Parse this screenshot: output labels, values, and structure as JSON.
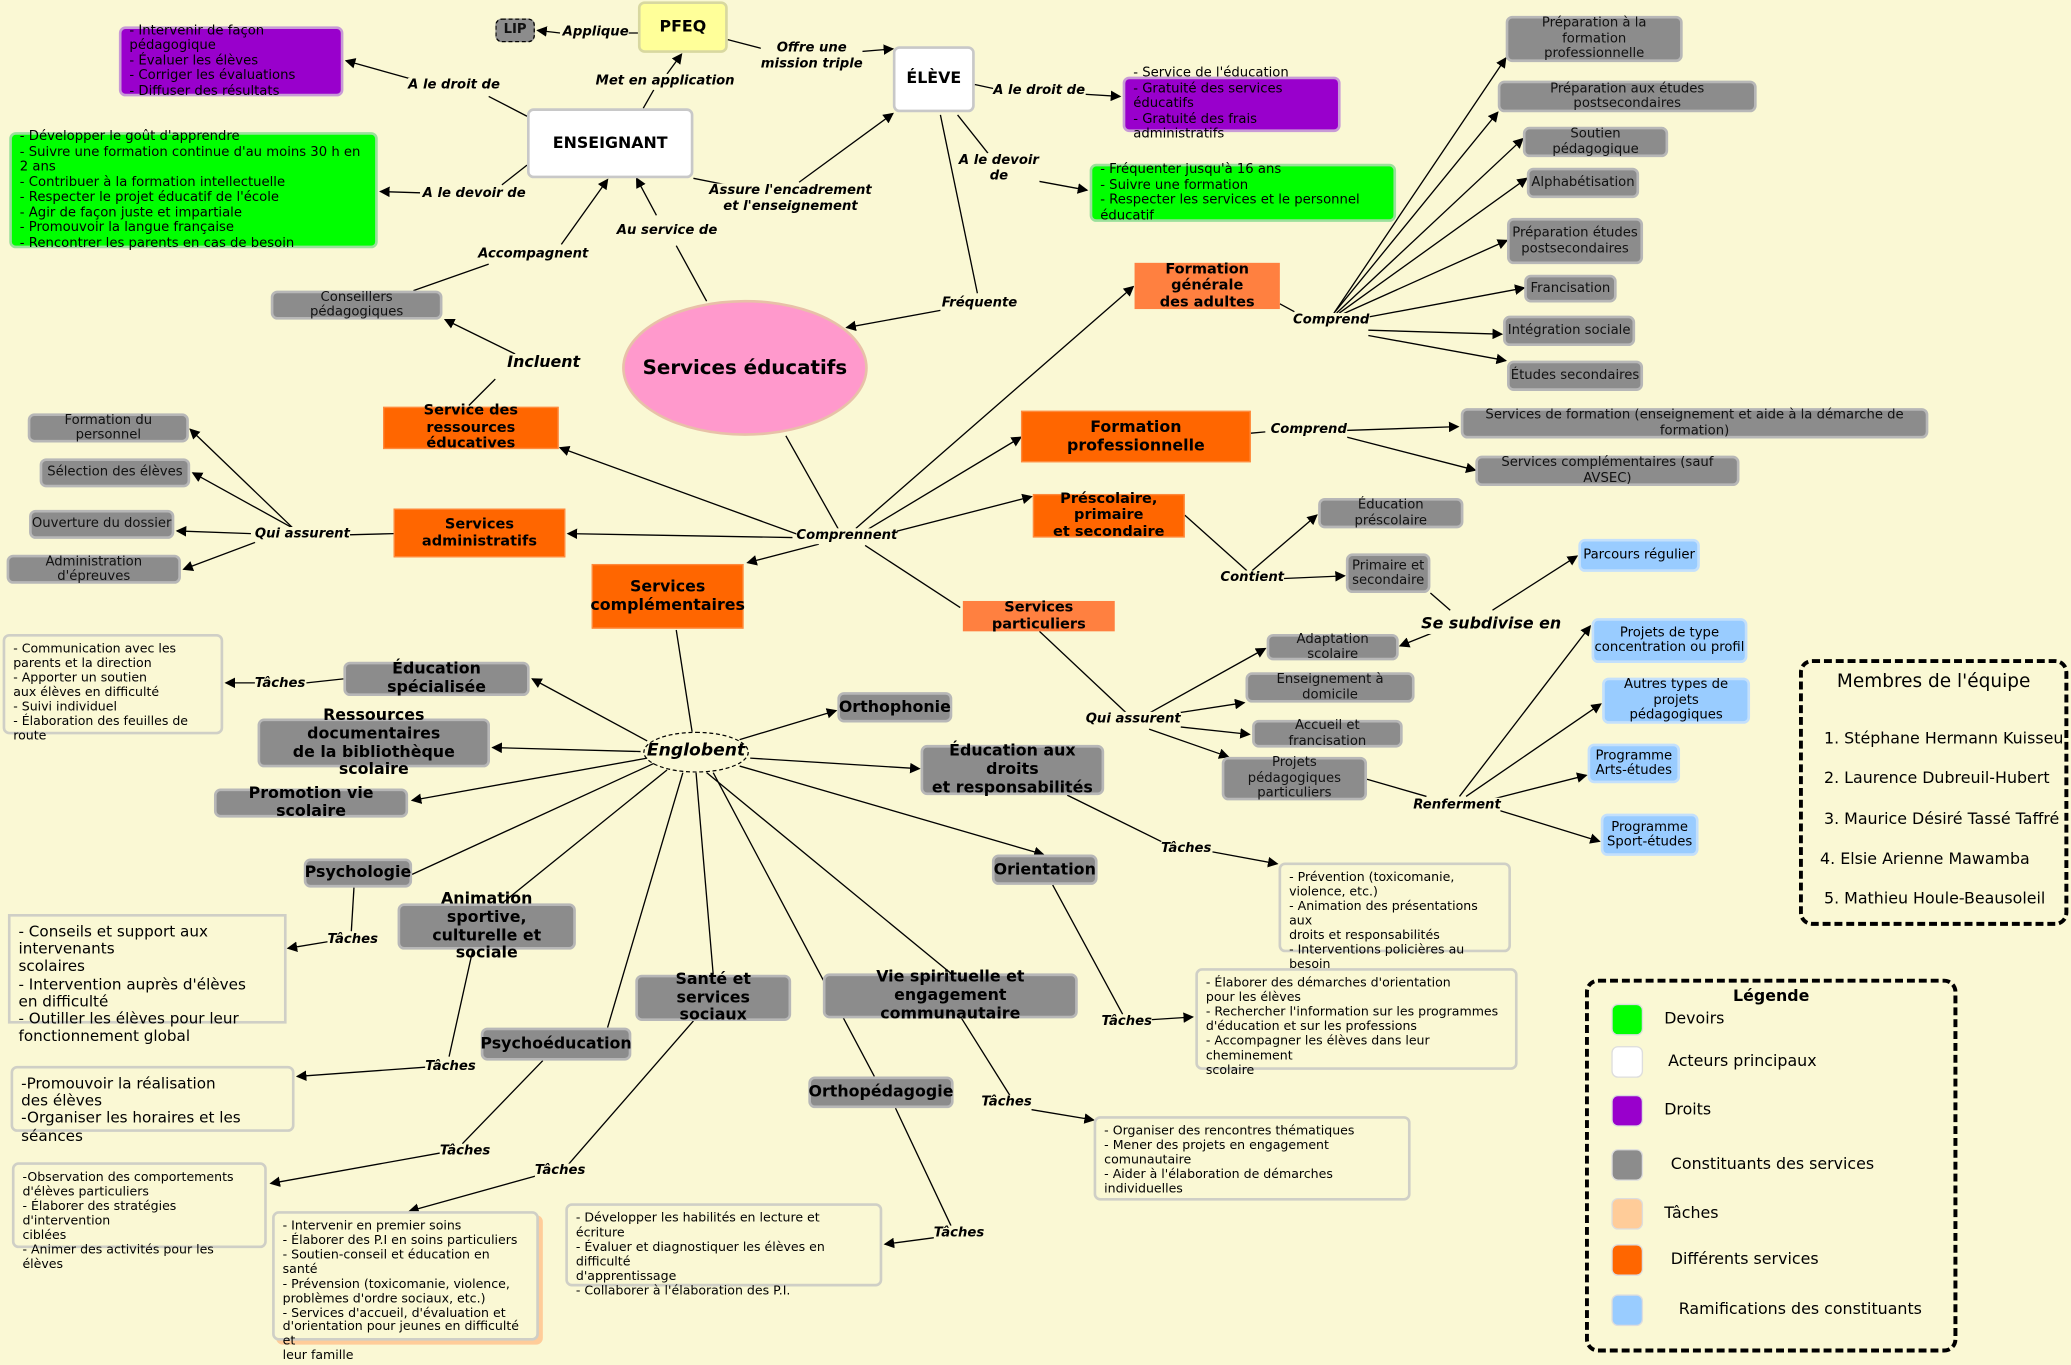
{
  "nodes": {
    "lip": "LIP",
    "pfeq": "PFEQ",
    "enseignant": "ENSEIGNANT",
    "eleve": "ÉLÈVE",
    "ens_droits": "- Intervenir de façon pédagogique\n- Évaluer les élèves\n- Corriger les évaluations\n- Diffuser des résultats",
    "ens_devoirs": "- Développer le goût d'apprendre\n- Suivre une formation continue d'au moins 30 h en 2 ans\n- Contribuer à la formation intellectuelle\n- Respecter le projet éducatif de l'école\n- Agir de façon juste et impartiale\n- Promouvoir la langue française\n- Rencontrer les parents en cas de besoin",
    "el_droits": "- Service de l'éducation\n- Gratuité des services éducatifs\n- Gratuité des frais administratifs",
    "el_devoirs": "- Fréquenter jusqu'à 16 ans\n- Suivre une formation\n- Respecter les services et le personnel éducatif",
    "conseillers": "Conseillers pédagogiques",
    "services_educatifs": "Services éducatifs",
    "ressources_educ": "Service des ressources\néducatives",
    "fga": "Formation générale\ndes adultes",
    "fga_items": [
      "Préparation à la formation\nprofessionnelle",
      "Préparation aux études postsecondaires",
      "Soutien pédagogique",
      "Alphabétisation",
      "Préparation études\npostsecondaires",
      "Francisation",
      "Intégration sociale",
      "Études secondaires"
    ],
    "fp": "Formation professionnelle",
    "fp_items": [
      "Services de formation (enseignement et aide à la démarche de formation)",
      "Services complémentaires (sauf AVSEC)"
    ],
    "admin_items": [
      "Formation du personnel",
      "Sélection des élèves",
      "Ouverture du dossier",
      "Administration d'épreuves"
    ],
    "admin": "Services administratifs",
    "pps": "Préscolaire, primaire\net secondaire",
    "complementaires": "Services\ncomplémentaires",
    "particuliers": "Services particuliers",
    "prescolaire": "Éducation préscolaire",
    "primaire": "Primaire et\nsecondaire",
    "parcours": "Parcours régulier",
    "part_items": [
      "Adaptation scolaire",
      "Enseignement à domicile",
      "Accueil et francisation",
      "Projets pédagogiques\nparticuliers"
    ],
    "proj_items": [
      "Projets de type\nconcentration ou profil",
      "Autres types de\nprojets pédagogiques",
      "Programme\nArts-études",
      "Programme\nSport-études"
    ],
    "englobent": "Englobent",
    "ed_spec": "Éducation spécialisée",
    "ressources_doc": "Ressources documentaires\nde la bibliothèque scolaire",
    "promotion": "Promotion vie scolaire",
    "orthophonie": "Orthophonie",
    "ed_droits": "Éducation aux droits\net responsabilités",
    "psychologie": "Psychologie",
    "animation": "Animation sportive,\nculturelle et sociale",
    "orientation": "Orientation",
    "sante": "Santé et services\nsociaux",
    "vie_spi": "Vie spirituelle et engagement\ncommunautaire",
    "psychoed": "Psychoéducation",
    "orthoped": "Orthopédagogie"
  },
  "tasks": {
    "ed_spec": "- Communication avec les\nparents et la direction\n- Apporter un soutien\naux élèves en difficulté\n- Suivi individuel\n- Élaboration des feuilles de route",
    "psychologie": "- Conseils et support aux intervenants\n scolaires\n- Intervention auprès d'élèves\nen difficulté\n- Outiller les élèves pour leur\n fonctionnement global",
    "animation": "-Promouvoir la réalisation\ndes élèves\n-Organiser les horaires et les séances",
    "psychoed": "-Observation des comportements\nd'élèves particuliers\n- Élaborer des stratégies d'intervention\nciblées\n- Animer des activités pour les élèves",
    "sante": "- Intervenir en premier soins\n- Élaborer des P.I en soins particuliers\n- Soutien-conseil et éducation en santé\n- Prévension (toxicomanie, violence,\nproblèmes d'ordre sociaux, etc.)\n- Services d'accueil, d'évaluation et\nd'orientation pour jeunes en difficulté et\nleur famille",
    "orthoped": "- Développer les habilités en lecture et écriture\n- Évaluer et diagnostiquer les élèves en difficulté\nd'apprentissage\n- Collaborer à l'élaboration des P.I.",
    "vie_spi": "- Organiser des rencontres thématiques\n- Mener des projets en engagement\ncomunautaire\n- Aider à l'élaboration de démarches individuelles",
    "orientation": "- Élaborer des démarches d'orientation\npour les élèves\n- Rechercher l'information sur les programmes\nd'éducation et sur les professions\n- Accompagner les élèves dans leur cheminement\nscolaire",
    "ed_droits": "- Prévention (toxicomanie,\nviolence, etc.)\n- Animation des présentations aux\ndroits et responsabilités\n- Interventions policières au besoin"
  },
  "links": {
    "applique": "Applique",
    "offre": "Offre une\nmission triple",
    "met": "Met en application",
    "ens_droit": "A le droit de",
    "ens_devoir": "A le devoir de",
    "assure": "Assure l'encadrement\net l'enseignement",
    "au_service": "Au service de",
    "accompagnent": "Accompagnent",
    "el_droit": "A le droit de",
    "el_devoir": "A le devoir\nde",
    "frequente": "Fréquente",
    "incluent": "Incluent",
    "comprennent": "Comprennent",
    "qui_assurent": "Qui assurent",
    "comprend1": "Comprend",
    "comprend2": "Comprend",
    "contient": "Contient",
    "subdivise": "Se subdivise en",
    "qui_assurent2": "Qui assurent",
    "renferment": "Renferment",
    "taches": "Tâches"
  },
  "team": {
    "title": "Membres de l'équipe",
    "members": [
      "1. Stéphane Hermann Kuisseu",
      "2. Laurence Dubreuil-Hubert",
      "3. Maurice Désiré Tassé Taffré",
      "4. Elsie Arienne Mawamba",
      "5. Mathieu Houle-Beausoleil"
    ]
  },
  "legend": {
    "title": "Légende",
    "items": [
      {
        "label": "Devoirs",
        "color": "#00ff00"
      },
      {
        "label": "Acteurs principaux",
        "color": "#ffffff"
      },
      {
        "label": "Droits",
        "color": "#9900cc"
      },
      {
        "label": "Constituants des services",
        "color": "#8c8c8c"
      },
      {
        "label": "Tâches",
        "color": "#ffcc99"
      },
      {
        "label": "Différents services",
        "color": "#ff6600"
      },
      {
        "label": "Ramifications des constituants",
        "color": "#99ccff"
      }
    ]
  }
}
